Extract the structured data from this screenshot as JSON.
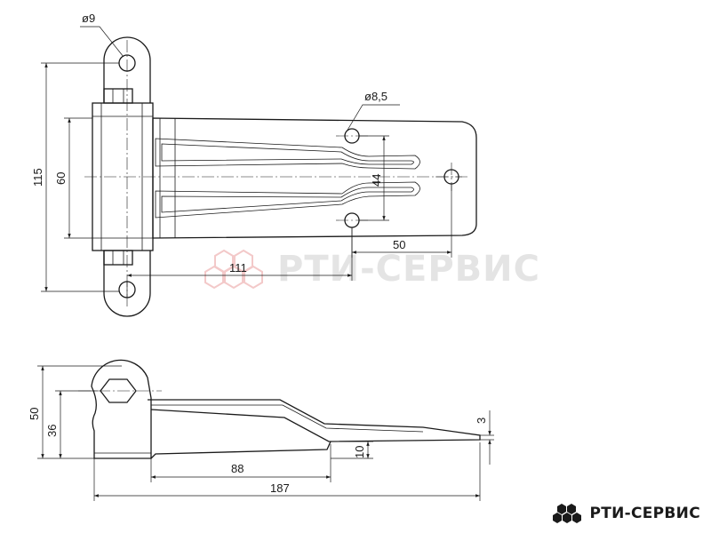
{
  "brand": {
    "name": "РТИ-СЕРВИС",
    "watermark": "РТИ-СЕРВИС",
    "logo_color": "#1a1a1a",
    "watermark_color": "#e4e4e4",
    "watermark_icon_color": "#f3c9c9"
  },
  "dimensions": {
    "hole_large": "ø9",
    "hole_small": "ø8,5",
    "total_height": "115",
    "knuckle_height": "60",
    "slot_spacing": "44",
    "hole_offset": "50",
    "hole_distance": "111",
    "side_height": "50",
    "axis_height": "36",
    "leaf_thickness": "3",
    "step_height": "10",
    "bent_length": "88",
    "total_length": "187"
  }
}
